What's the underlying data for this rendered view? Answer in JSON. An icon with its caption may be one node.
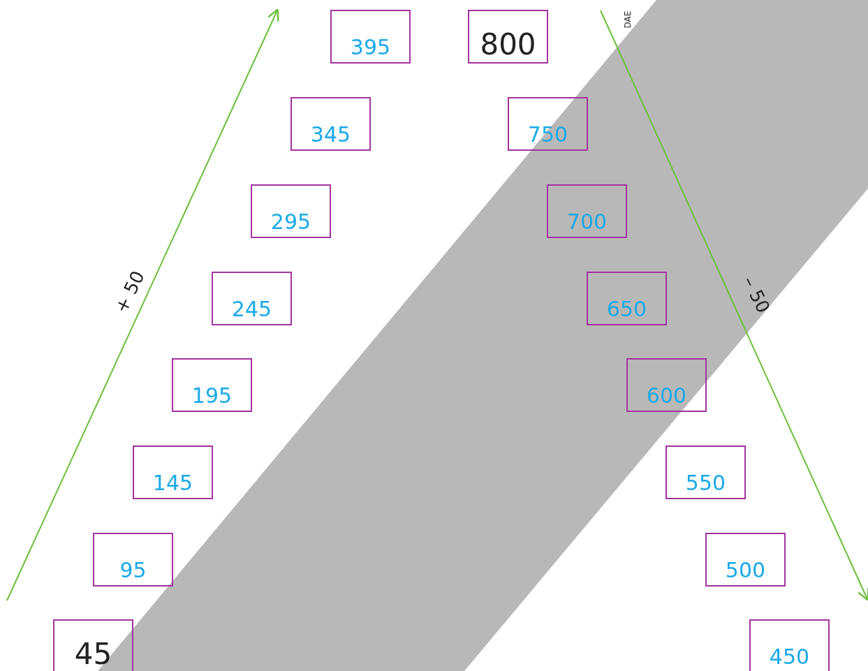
{
  "diagram": {
    "nodes": [
      {
        "text": [
          "395"
        ]
      },
      {
        "text": [
          "800"
        ]
      },
      {
        "text": [
          "345"
        ]
      },
      {
        "text": [
          "750"
        ]
      },
      {
        "text": [
          "295"
        ]
      },
      {
        "text": [
          "700"
        ]
      },
      {
        "text": [
          "245"
        ]
      },
      {
        "text": [
          "650"
        ]
      },
      {
        "text": [
          "195"
        ]
      },
      {
        "text": [
          "600"
        ]
      },
      {
        "text": [
          "145"
        ]
      },
      {
        "text": [
          "550"
        ]
      },
      {
        "text": [
          "95"
        ]
      },
      {
        "text": [
          "500"
        ]
      },
      {
        "text": [
          "45"
        ]
      },
      {
        "text": [
          "450"
        ]
      }
    ],
    "labels": [
      "DAE",
      "+ 50",
      "– 50"
    ]
  }
}
